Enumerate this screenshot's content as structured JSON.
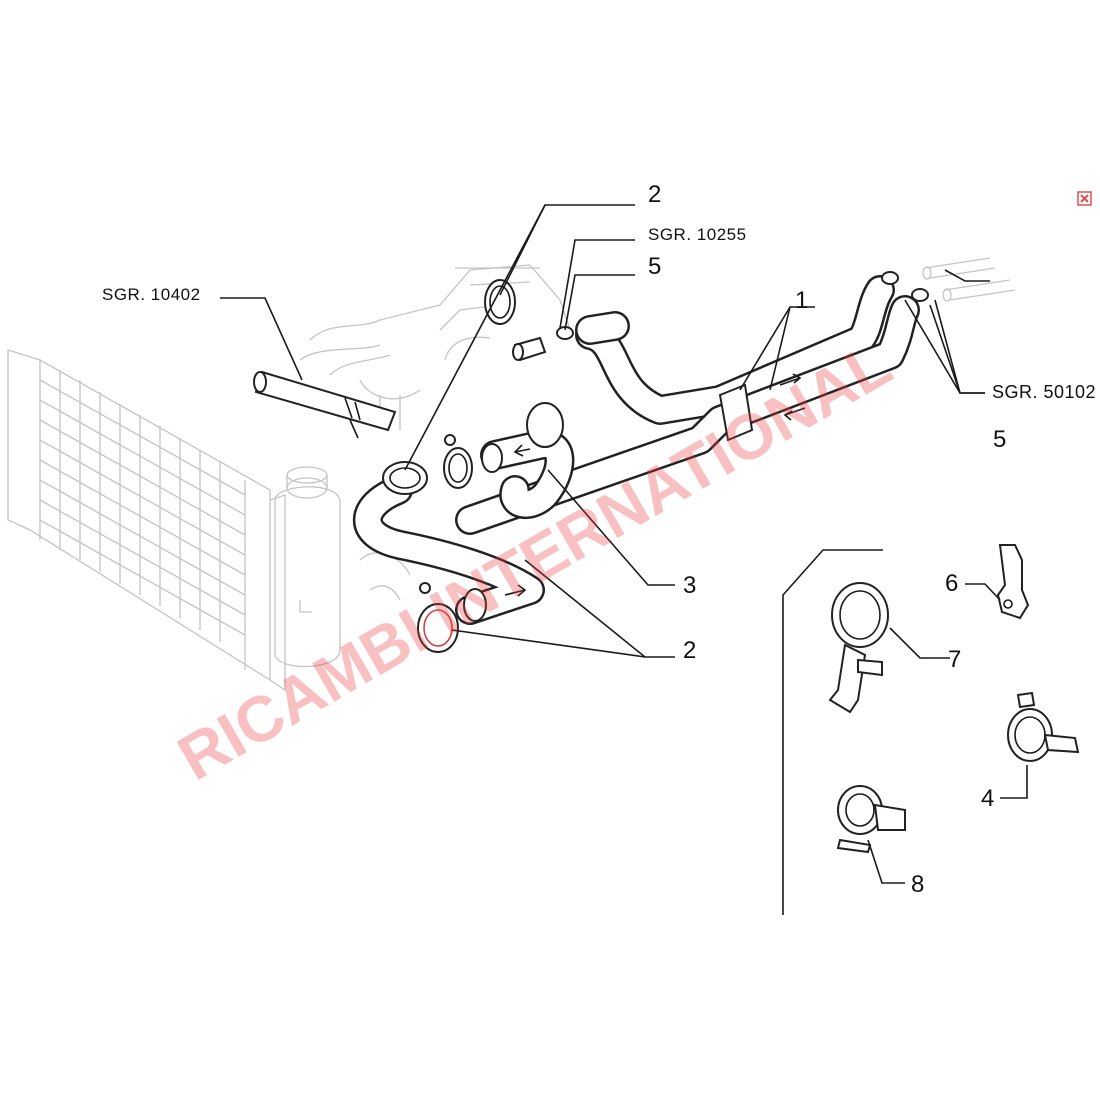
{
  "callouts": {
    "top_2": "2",
    "sgr_10255": "SGR. 10255",
    "top_5": "5",
    "sgr_10402": "SGR. 10402",
    "label_1": "1",
    "sgr_50102": "SGR. 50102",
    "right_5": "5",
    "label_3": "3",
    "bottom_2": "2",
    "label_6": "6",
    "label_7": "7",
    "label_4": "4",
    "label_8": "8"
  },
  "watermark": "RICAMBI INTERNATIONAL",
  "colors": {
    "line": "#1a1a1a",
    "ghost": "#c4c4c4",
    "watermark": "#e83c3c",
    "close_icon": "#e05050"
  },
  "icons": {
    "close": "close-icon"
  }
}
